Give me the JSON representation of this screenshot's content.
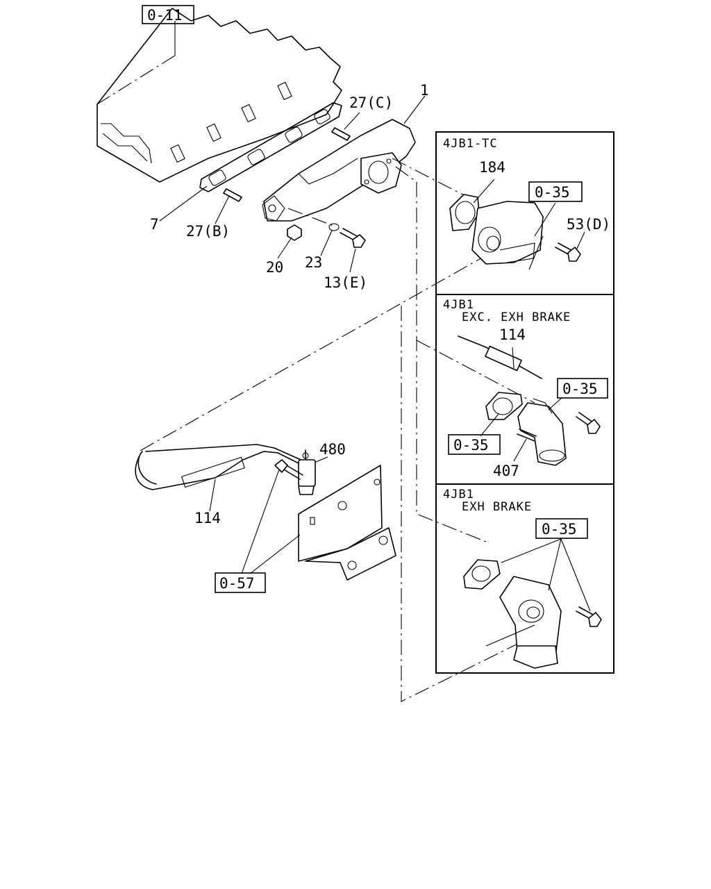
{
  "refs": {
    "engine_head": "0-11",
    "manifold": "1",
    "stud_c": "27(C)",
    "stud_b": "27(B)",
    "gasket": "7",
    "nut": "20",
    "washer": "23",
    "bolt_e": "13(E)",
    "pipe_main": "114",
    "valve": "480",
    "bracket_ref": "0-57"
  },
  "panels": {
    "tc": {
      "title": "4JB1-TC",
      "gasket": "184",
      "ref": "0-35",
      "bolt": "53(D)"
    },
    "exc": {
      "title_line1": "4JB1",
      "title_line2": "EXC. EXH BRAKE",
      "pipe": "114",
      "ref_right": "0-35",
      "ref_left": "0-35",
      "elbow": "407"
    },
    "exh": {
      "title_line1": "4JB1",
      "title_line2": "EXH BRAKE",
      "ref": "0-35"
    }
  }
}
